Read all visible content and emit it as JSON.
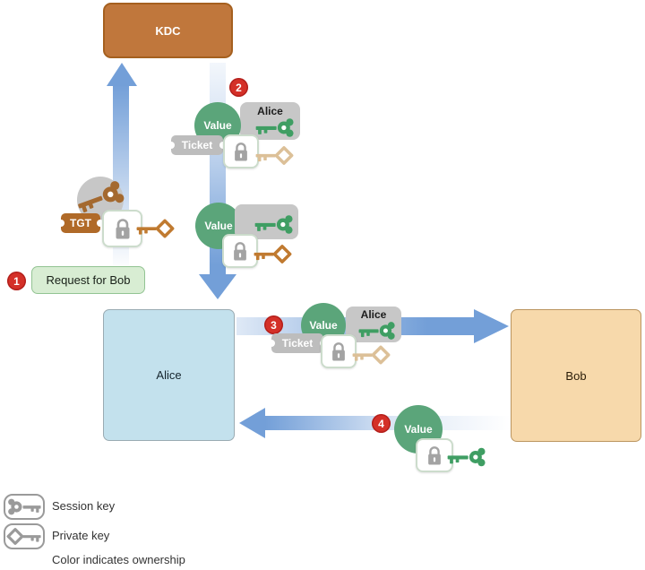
{
  "nodes": {
    "kdc": "KDC",
    "alice": "Alice",
    "bob": "Bob"
  },
  "steps": {
    "s1": "1",
    "s2": "2",
    "s3": "3",
    "s4": "4"
  },
  "tags": {
    "value": "Value",
    "ticket": "Ticket",
    "tgt": "TGT",
    "alice": "Alice"
  },
  "request": {
    "label": "Request for Bob"
  },
  "legend": {
    "session": "Session key",
    "private": "Private key",
    "note": "Color indicates ownership"
  },
  "colors": {
    "kdc-fill": "#c0773c",
    "kdc-border": "#a5601f",
    "alice-fill": "#c3e1ed",
    "alice-border": "#9aabb2",
    "bob-fill": "#f7d9ab",
    "bob-border": "#bb955f",
    "value-green": "#5ba57a",
    "badge-red": "#d43028",
    "arrow-blue": "#739fd8",
    "arrow-fade": "#dfe9f6",
    "tag-gray": "#c7c7c7",
    "ticket-gray": "#bdbdbd",
    "tgt-brown": "#b06a28",
    "request-fill": "#d8edd3",
    "request-border": "#93c493",
    "key-green": "#3f9e63",
    "key-orange": "#c07a30",
    "key-tan": "#dcc098",
    "key-brown": "#a4692f",
    "key-gray": "#9a9a9a",
    "lock-border": "#ccdccc"
  }
}
